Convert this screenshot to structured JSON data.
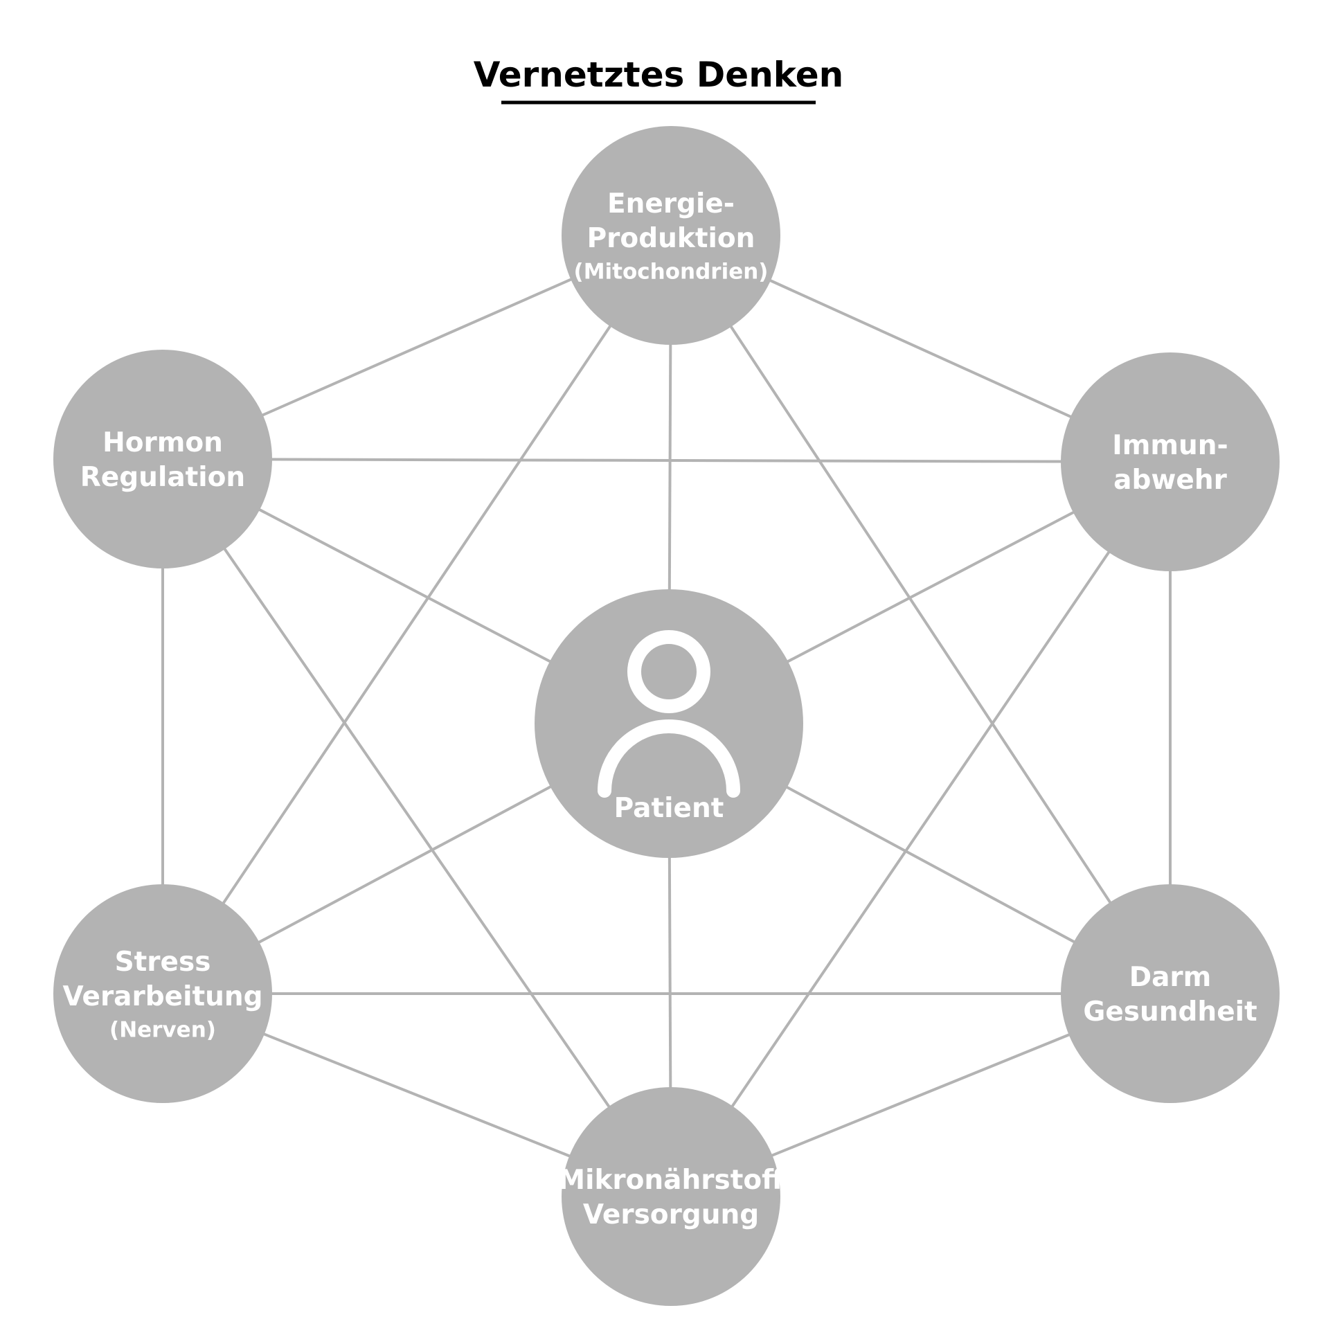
{
  "title": "Vernetztes Denken",
  "colors": {
    "node_fill": "#b3b3b3",
    "edge_stroke": "#b3b3b3",
    "label_text": "#ffffff",
    "title_text": "#000000",
    "underline": "#000000"
  },
  "center": {
    "label": "Patient",
    "icon": "person-icon"
  },
  "nodes": [
    {
      "id": "energie",
      "lines": [
        "Energie-",
        "Produktion"
      ],
      "sub": "(Mitochondrien)"
    },
    {
      "id": "hormon",
      "lines": [
        "Hormon",
        "Regulation"
      ],
      "sub": ""
    },
    {
      "id": "immun",
      "lines": [
        "Immun-",
        "abwehr"
      ],
      "sub": ""
    },
    {
      "id": "stress",
      "lines": [
        "Stress",
        "Verarbeitung"
      ],
      "sub": "(Nerven)"
    },
    {
      "id": "darm",
      "lines": [
        "Darm",
        "Gesundheit"
      ],
      "sub": ""
    },
    {
      "id": "mikro",
      "lines": [
        "Mikronährstoff",
        "Versorgung"
      ],
      "sub": ""
    }
  ],
  "connections": [
    [
      "energie",
      "hormon"
    ],
    [
      "energie",
      "immun"
    ],
    [
      "energie",
      "stress"
    ],
    [
      "energie",
      "darm"
    ],
    [
      "energie",
      "patient"
    ],
    [
      "hormon",
      "immun"
    ],
    [
      "hormon",
      "stress"
    ],
    [
      "hormon",
      "mikro"
    ],
    [
      "hormon",
      "patient"
    ],
    [
      "immun",
      "darm"
    ],
    [
      "immun",
      "mikro"
    ],
    [
      "immun",
      "patient"
    ],
    [
      "stress",
      "darm"
    ],
    [
      "stress",
      "mikro"
    ],
    [
      "stress",
      "patient"
    ],
    [
      "darm",
      "mikro"
    ],
    [
      "darm",
      "patient"
    ],
    [
      "mikro",
      "patient"
    ]
  ]
}
